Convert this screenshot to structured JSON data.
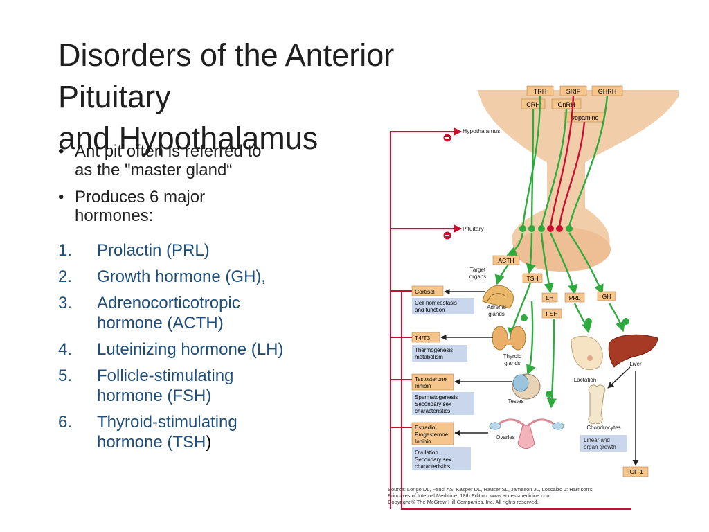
{
  "slide": {
    "title_line1": "Disorders of the Anterior Pituitary",
    "title_line2": "and Hypothalamus",
    "bullets": [
      {
        "line1": "Ant pit often is referred to",
        "line2": "as the \"master gland“"
      },
      {
        "line1": "Produces 6 major",
        "line2": "hormones:"
      }
    ],
    "hormones": [
      {
        "num": "1.",
        "line1": "Prolactin (PRL)",
        "line2": ""
      },
      {
        "num": "2.",
        "line1": "Growth hormone (GH),",
        "line2": ""
      },
      {
        "num": "3.",
        "line1": "Adrenocorticotropic",
        "line2": "hormone (ACTH)"
      },
      {
        "num": "4.",
        "line1": "Luteinizing hormone (LH)",
        "line2": ""
      },
      {
        "num": "5.",
        "line1": "Follicle-stimulating",
        "line2": "hormone (FSH)"
      },
      {
        "num": "6.",
        "line1": "Thyroid-stimulating",
        "line2": "hormone (TSH",
        "tail": ")"
      }
    ],
    "colors": {
      "title": "#1f1f1f",
      "list_blue": "#1f4e79",
      "feedback_red": "#c8102e",
      "stimulate_green": "#2eaa3f",
      "hormone_box": "#f5c58c",
      "effect_box": "#c9d6ec",
      "gland_tan": "#f0c9a0"
    }
  },
  "diagram": {
    "releasing_hormones": [
      "TRH",
      "SRIF",
      "GHRH",
      "CRH",
      "GnRH",
      "Dopamine"
    ],
    "labels": {
      "hypothalamus": "Hypothalamus",
      "pituitary": "Pituitary",
      "target_organs": [
        "Target",
        "organs"
      ],
      "adrenal": [
        "Adrenal",
        "glands"
      ],
      "thyroid": [
        "Thyroid",
        "glands"
      ],
      "testes": "Testes",
      "ovaries": "Ovaries",
      "lactation": "Lactation",
      "liver": "Liver",
      "chondrocytes": "Chondrocytes"
    },
    "pituitary_hormones": [
      "ACTH",
      "TSH",
      "LH",
      "PRL",
      "GH",
      "FSH"
    ],
    "output_hormones": {
      "cortisol": "Cortisol",
      "t4t3": "T4/T3",
      "testosterone": [
        "Testosterone",
        "Inhibin"
      ],
      "estradiol": [
        "Estradiol",
        "Progesterone",
        "Inhibin"
      ],
      "igf": "IGF-1"
    },
    "effects": {
      "cortisol": [
        "Cell homeostasis",
        "and function"
      ],
      "thyroid": [
        "Thermogenesis",
        "metabolism"
      ],
      "testes": [
        "Spermatogenesis",
        "Secondary sex",
        "characteristics"
      ],
      "ovaries": [
        "Ovulation",
        "Secondary sex",
        "characteristics"
      ],
      "growth": [
        "Linear and",
        "organ growth"
      ]
    },
    "source": {
      "line1": "Source: Longo DL, Fauci AS, Kasper DL, Hauser SL, Jameson JL, Loscalzo J: Harrison's",
      "line2": "Principles of Internal Medicine, 18th Edition: www.accessmedicine.com",
      "line3": "Copyright © The McGraw-Hill Companies, Inc. All rights reserved."
    }
  }
}
